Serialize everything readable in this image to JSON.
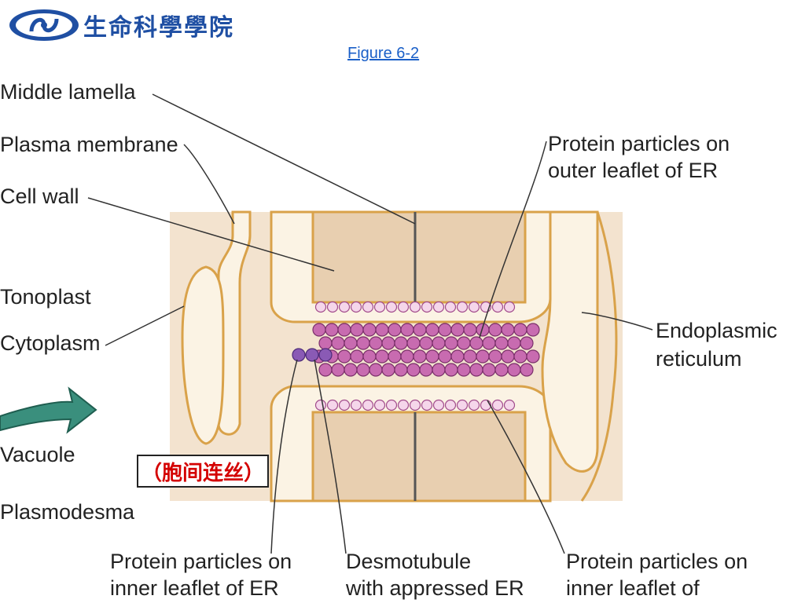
{
  "header": {
    "logo_text": "生命科學學院",
    "figure_link": "Figure 6-2"
  },
  "labels": {
    "middle_lamella": "Middle lamella",
    "plasma_membrane": "Plasma membrane",
    "cell_wall": "Cell wall",
    "tonoplast": "Tonoplast",
    "cytoplasm": "Cytoplasm",
    "vacuole": "Vacuole",
    "plasmodesma": "Plasmodesma",
    "protein_outer_1": "Protein particles on",
    "protein_outer_2": "outer leaflet of ER",
    "er_1": "Endoplasmic",
    "er_2": "reticulum",
    "protein_inner_left_1": "Protein particles on",
    "protein_inner_left_2": "inner leaflet of ER",
    "desmotubule_1": "Desmotubule",
    "desmotubule_2": "with appressed ER",
    "protein_inner_right_1": "Protein particles on",
    "protein_inner_right_2": "inner leaflet of"
  },
  "chinese_label": "（胞间连丝）",
  "colors": {
    "background_panel": "#f3e3cf",
    "wall": "#e8cfb0",
    "membrane": "#d9a24a",
    "er_fill": "#fbf3e4",
    "particle_pink": "#c86bb0",
    "particle_purple": "#8a5ab5",
    "arrow": "#3a8f7d",
    "link": "#1a5fc8",
    "cn_text": "#d40000"
  }
}
